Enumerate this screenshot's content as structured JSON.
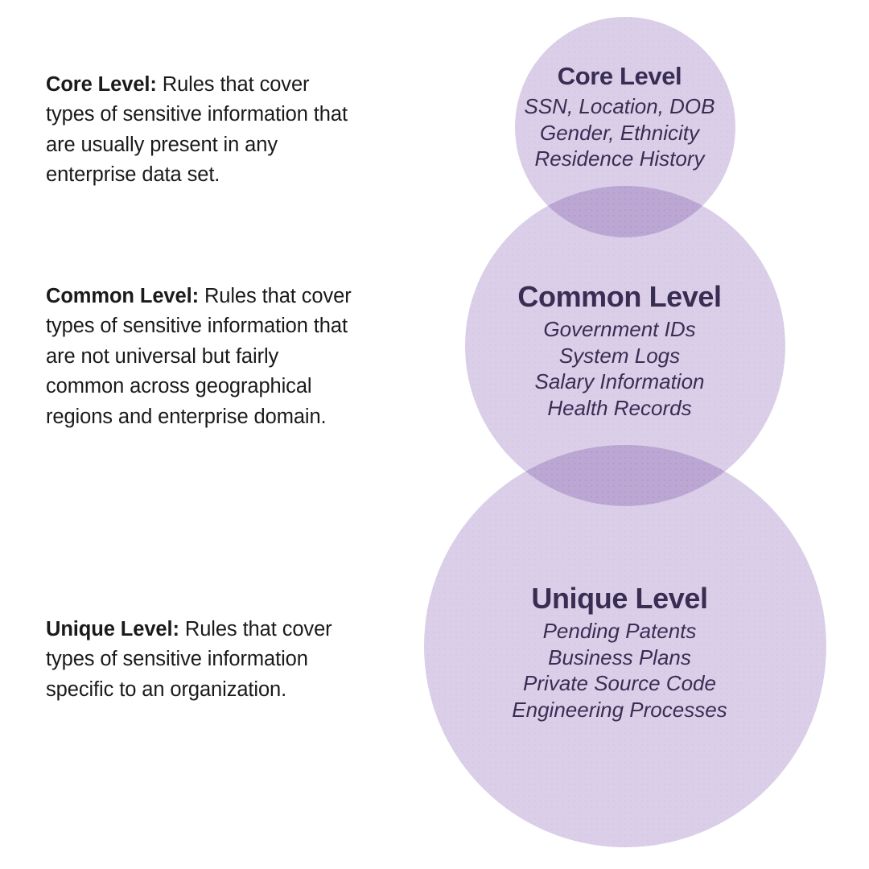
{
  "descriptions": [
    {
      "name": "core",
      "lead": "Core Level:",
      "body": " Rules that cover types of sensitive information that are usually present in any enterprise data set."
    },
    {
      "name": "common",
      "lead": "Common Level:",
      "body": " Rules that cover types of sensitive information that are not universal but fairly common across geographical regions and enterprise domain."
    },
    {
      "name": "unique",
      "lead": "Unique Level:",
      "body": " Rules that cover types of sensitive information specific to an organization."
    }
  ],
  "venn": {
    "circle_fill": "#dbcee8",
    "overlap_fill": "#b5a2d3",
    "text_color": "#382e54",
    "circles": [
      {
        "name": "core",
        "title": "Core Level",
        "items": [
          "SSN, Location, DOB",
          "Gender, Ethnicity",
          "Residence History"
        ]
      },
      {
        "name": "common",
        "title": "Common Level",
        "items": [
          "Government IDs",
          "System Logs",
          "Salary Information",
          "Health Records"
        ]
      },
      {
        "name": "unique",
        "title": "Unique Level",
        "items": [
          "Pending Patents",
          "Business Plans",
          "Private Source Code",
          "Engineering Processes"
        ]
      }
    ]
  }
}
